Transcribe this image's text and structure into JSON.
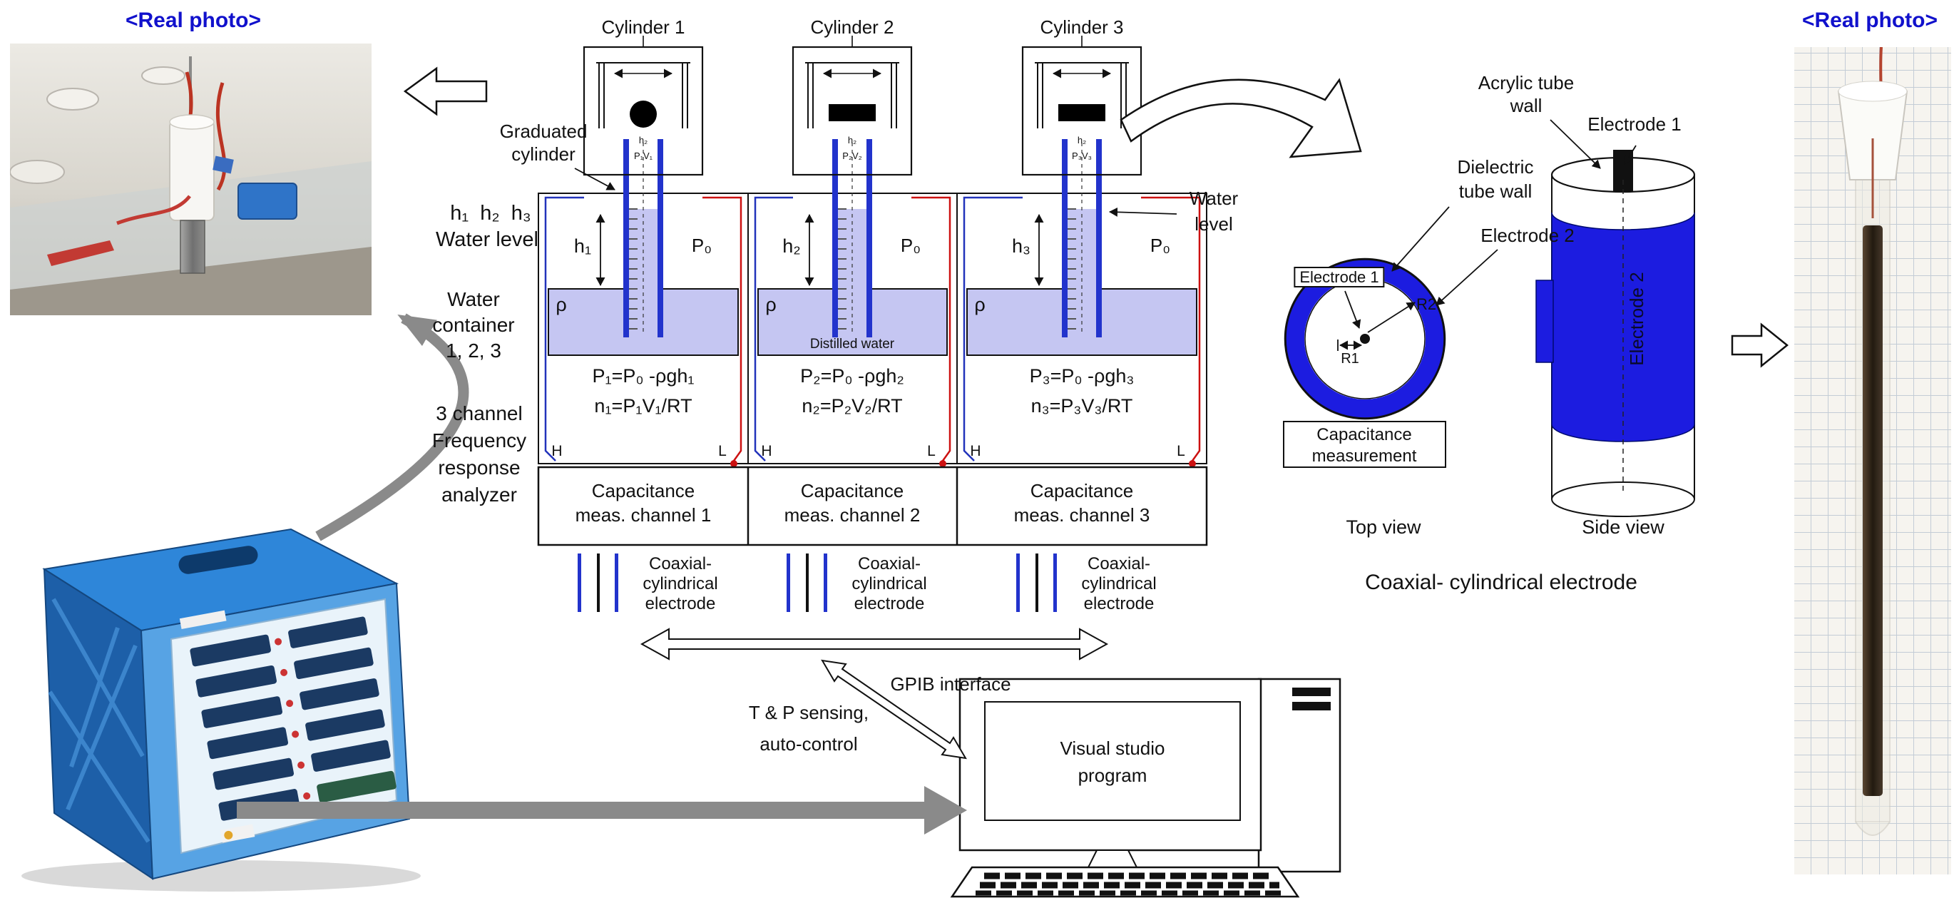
{
  "colors": {
    "title_blue": "#1111cc",
    "water": "#c5c6f2",
    "electrode_blue": "#1c1ce0",
    "wire_red": "#cc1111",
    "wire_blue": "#2233bb",
    "arrow_gray": "#8a8a8a"
  },
  "titles": {
    "left_photo": "<Real photo>",
    "right_photo": "<Real photo>"
  },
  "left_annotations": {
    "graduated_line1": "Graduated",
    "graduated_line2": "cylinder",
    "h_levels": "h₁  h₂  h₃",
    "water_level": "Water level",
    "container_line1": "Water",
    "container_line2": "container",
    "container_line3": "1, 2, 3",
    "fra_line1": "3 channel",
    "fra_line2": "Frequency",
    "fra_line3": "response",
    "fra_line4": "analyzer"
  },
  "cylinders": [
    {
      "label": "Cylinder 1",
      "h": "h₁",
      "p0": "P₀",
      "rho": "ρ",
      "mini_h": "h₂",
      "mini_pv": "P₁V₁",
      "formula_p": "P₁=P₀ -ρgh₁",
      "formula_n": "n₁=P₁V₁/RT",
      "term_h": "H",
      "term_l": "L",
      "channel_line1": "Capacitance",
      "channel_line2": "meas. channel 1",
      "coax_line1": "Coaxial-",
      "coax_line2": "cylindrical",
      "coax_line3": "electrode"
    },
    {
      "label": "Cylinder 2",
      "h": "h₂",
      "p0": "P₀",
      "rho": "ρ",
      "mini_h": "h₂",
      "mini_pv": "P₂V₂",
      "distilled": "Distilled water",
      "formula_p": "P₂=P₀ -ρgh₂",
      "formula_n": "n₂=P₂V₂/RT",
      "term_h": "H",
      "term_l": "L",
      "channel_line1": "Capacitance",
      "channel_line2": "meas. channel 2",
      "coax_line1": "Coaxial-",
      "coax_line2": "cylindrical",
      "coax_line3": "electrode"
    },
    {
      "label": "Cylinder 3",
      "h": "h₃",
      "p0": "P₀",
      "rho": "ρ",
      "mini_h": "h₂",
      "mini_pv": "P₃V₃",
      "formula_p": "P₃=P₀ -ρgh₃",
      "formula_n": "n₃=P₃V₃/RT",
      "term_h": "H",
      "term_l": "L",
      "channel_line1": "Capacitance",
      "channel_line2": "meas. channel 3",
      "coax_line1": "Coaxial-",
      "coax_line2": "cylindrical",
      "coax_line3": "electrode"
    }
  ],
  "water_level_right": {
    "line1": "Water",
    "line2": "level"
  },
  "interface": {
    "gpib": "GPIB interface",
    "tp_line1": "T & P sensing,",
    "tp_line2": "auto-control",
    "screen_line1": "Visual studio",
    "screen_line2": "program"
  },
  "electrode_detail": {
    "acrylic_line1": "Acrylic tube",
    "acrylic_line2": "wall",
    "electrode1": "Electrode 1",
    "dielectric_line1": "Dielectric",
    "dielectric_line2": "tube wall",
    "electrode2": "Electrode 2",
    "inner_electrode1": "Electrode 1",
    "r1": "R1",
    "r2": "R2",
    "capmeas_line1": "Capacitance",
    "capmeas_line2": "measurement",
    "top_view": "Top view",
    "side_view": "Side view",
    "side_electrode2": "Electrode 2",
    "caption": "Coaxial- cylindrical electrode"
  }
}
